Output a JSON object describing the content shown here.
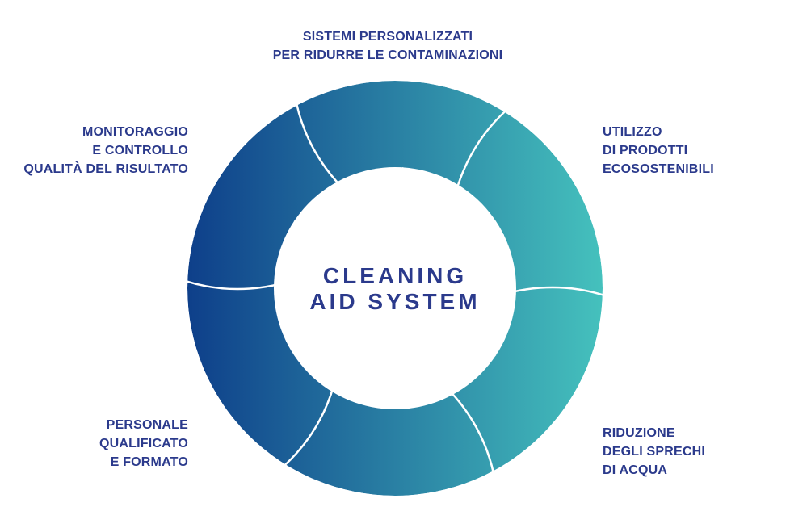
{
  "center": {
    "line1": "CLEANING",
    "line2": "AID SYSTEM"
  },
  "labels": {
    "top": [
      "SISTEMI PERSONALIZZATI",
      "PER RIDURRE LE CONTAMINAZIONI"
    ],
    "top_left": [
      "MONITORAGGIO",
      "E CONTROLLO",
      "QUALITÀ DEL RISULTATO"
    ],
    "top_right": [
      "UTILIZZO",
      "DI PRODOTTI",
      "ECOSOSTENIBILI"
    ],
    "bottom_left": [
      "PERSONALE",
      "QUALIFICATO",
      "E FORMATO"
    ],
    "bottom_right": [
      "RIDUZIONE",
      "DEGLI SPRECHI",
      "DI ACQUA"
    ]
  },
  "colors": {
    "text": "#2b3a8c",
    "gradient_start": "#0e3f8a",
    "gradient_end": "#45c1bd",
    "separator": "#ffffff"
  }
}
